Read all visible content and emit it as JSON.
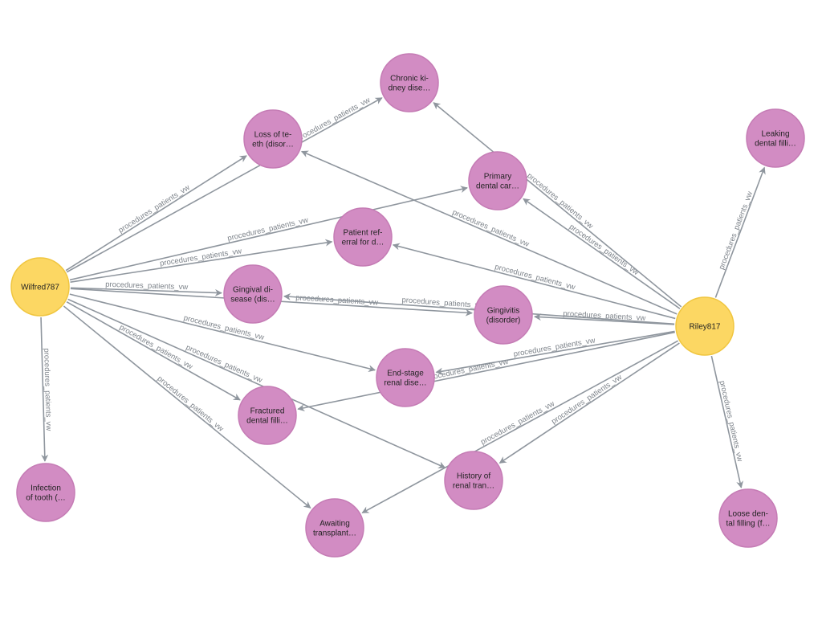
{
  "colors": {
    "patient": "#fcd763",
    "condition": "#d28cc3",
    "edge": "#8f969e"
  },
  "nodes": [
    {
      "id": "wilfred",
      "type": "patient",
      "lines": [
        "Wilfred787"
      ]
    },
    {
      "id": "riley",
      "type": "patient",
      "lines": [
        "Riley817"
      ]
    },
    {
      "id": "ckd",
      "type": "condition",
      "lines": [
        "Chronic ki-",
        "dney dise…"
      ]
    },
    {
      "id": "loss",
      "type": "condition",
      "lines": [
        "Loss of te-",
        "eth (disor…"
      ]
    },
    {
      "id": "leaking",
      "type": "condition",
      "lines": [
        "Leaking",
        "dental filli…"
      ]
    },
    {
      "id": "primary",
      "type": "condition",
      "lines": [
        "Primary",
        "dental car…"
      ]
    },
    {
      "id": "referral",
      "type": "condition",
      "lines": [
        "Patient ref-",
        "erral for d…"
      ]
    },
    {
      "id": "gingival",
      "type": "condition",
      "lines": [
        "Gingival di-",
        "sease (dis…"
      ]
    },
    {
      "id": "gingivitis",
      "type": "condition",
      "lines": [
        "Gingivitis",
        "(disorder)"
      ]
    },
    {
      "id": "endstage",
      "type": "condition",
      "lines": [
        "End-stage",
        "renal dise…"
      ]
    },
    {
      "id": "fractured",
      "type": "condition",
      "lines": [
        "Fractured",
        "dental filli…"
      ]
    },
    {
      "id": "history",
      "type": "condition",
      "lines": [
        "History of",
        "renal tran…"
      ]
    },
    {
      "id": "infection",
      "type": "condition",
      "lines": [
        "Infection",
        "of tooth (…"
      ]
    },
    {
      "id": "awaiting",
      "type": "condition",
      "lines": [
        "Awaiting",
        "transplant…"
      ]
    },
    {
      "id": "loose",
      "type": "condition",
      "lines": [
        "Loose den-",
        "tal filling (f…"
      ]
    }
  ],
  "edges": [
    {
      "from": "wilfred",
      "to": "loss",
      "label": "procedures_patients_vw"
    },
    {
      "from": "wilfred",
      "to": "ckd",
      "label": "procedures_patients_vw"
    },
    {
      "from": "wilfred",
      "to": "primary",
      "label": "procedures_patients_vw"
    },
    {
      "from": "wilfred",
      "to": "referral",
      "label": "procedures_patients_vw"
    },
    {
      "from": "wilfred",
      "to": "gingival",
      "label": "procedures_patients_vw"
    },
    {
      "from": "wilfred",
      "to": "gingivitis",
      "label": "procedures_patients_vw"
    },
    {
      "from": "wilfred",
      "to": "endstage",
      "label": "procedures_patients_vw"
    },
    {
      "from": "wilfred",
      "to": "fractured",
      "label": "procedures_patients_vw"
    },
    {
      "from": "wilfred",
      "to": "history",
      "label": "procedures_patients_vw"
    },
    {
      "from": "wilfred",
      "to": "awaiting",
      "label": "procedures_patients_vw"
    },
    {
      "from": "wilfred",
      "to": "infection",
      "label": "procedures_patients_vw"
    },
    {
      "from": "riley",
      "to": "leaking",
      "label": "procedures_patients_vw"
    },
    {
      "from": "riley",
      "to": "loose",
      "label": "procedures_patients_vw"
    },
    {
      "from": "riley",
      "to": "primary",
      "label": "procedures_patients_vw"
    },
    {
      "from": "riley",
      "to": "ckd",
      "label": "procedures_patients_vw"
    },
    {
      "from": "riley",
      "to": "loss",
      "label": "procedures_patients_vw"
    },
    {
      "from": "riley",
      "to": "referral",
      "label": "procedures_patients_vw"
    },
    {
      "from": "riley",
      "to": "gingivitis",
      "label": "procedures_patients_vw"
    },
    {
      "from": "riley",
      "to": "gingival",
      "label": "procedures_patients_vw"
    },
    {
      "from": "riley",
      "to": "endstage",
      "label": "procedures_patients_vw"
    },
    {
      "from": "riley",
      "to": "fractured",
      "label": "procedures_patients_vw"
    },
    {
      "from": "riley",
      "to": "history",
      "label": "procedures_patients_vw"
    },
    {
      "from": "riley",
      "to": "awaiting",
      "label": "procedures_patients_vw"
    }
  ]
}
